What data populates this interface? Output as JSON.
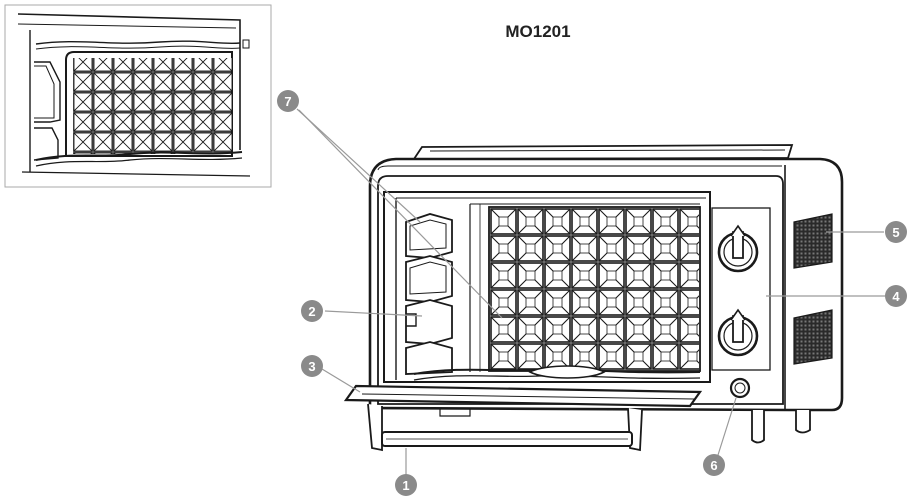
{
  "diagram": {
    "model": "MO1201",
    "callouts": [
      {
        "id": "callout-1",
        "label": "1"
      },
      {
        "id": "callout-2",
        "label": "2"
      },
      {
        "id": "callout-3",
        "label": "3"
      },
      {
        "id": "callout-4",
        "label": "4"
      },
      {
        "id": "callout-5",
        "label": "5"
      },
      {
        "id": "callout-6",
        "label": "6"
      },
      {
        "id": "callout-7",
        "label": "7"
      }
    ],
    "colors": {
      "line": "#1a1a1a",
      "callout_fill": "#8a8a8a",
      "callout_text": "#ffffff",
      "leader": "#9a9a9a"
    }
  }
}
